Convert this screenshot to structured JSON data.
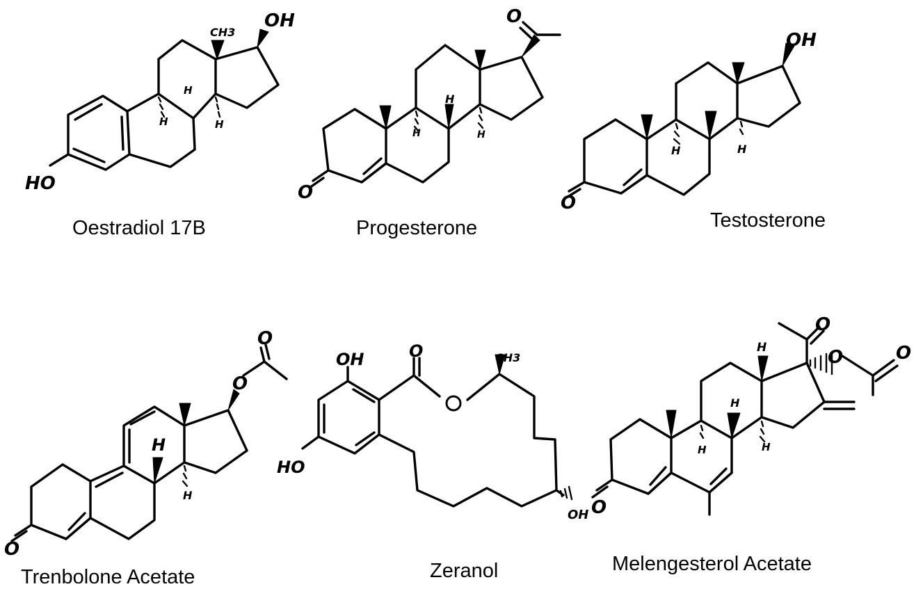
{
  "molecules": [
    {
      "name": "Oestradiol 17B",
      "atom_labels": {
        "ho": "HO",
        "ch3": "CH3",
        "oh": "OH",
        "h1": "H",
        "h2": "H",
        "h3": "H"
      }
    },
    {
      "name": "Progesterone",
      "atom_labels": {
        "o_ketone": "O",
        "o_acetyl": "O",
        "h1": "H",
        "h2": "H",
        "h3": "H"
      }
    },
    {
      "name": "Testosterone",
      "atom_labels": {
        "o_ketone": "O",
        "oh": "OH",
        "h1": "H",
        "h2": "H"
      }
    },
    {
      "name": "Trenbolone Acetate",
      "atom_labels": {
        "o_ketone": "O",
        "o_ester": "O",
        "o_carbonyl": "O",
        "h1": "H",
        "h2": "H"
      }
    },
    {
      "name": "Zeranol",
      "atom_labels": {
        "oh_top": "OH",
        "ho_left": "HO",
        "o_carbonyl": "O",
        "o_ring": "O",
        "ch3": "CH3",
        "oh_right": "OH"
      }
    },
    {
      "name": "Melengesterol Acetate",
      "atom_labels": {
        "o_ketone": "O",
        "o_acetyl": "O",
        "o_ester": "O",
        "o_carbonyl": "O",
        "h1": "H",
        "h2": "H",
        "h3": "H",
        "h4": "H"
      }
    }
  ]
}
